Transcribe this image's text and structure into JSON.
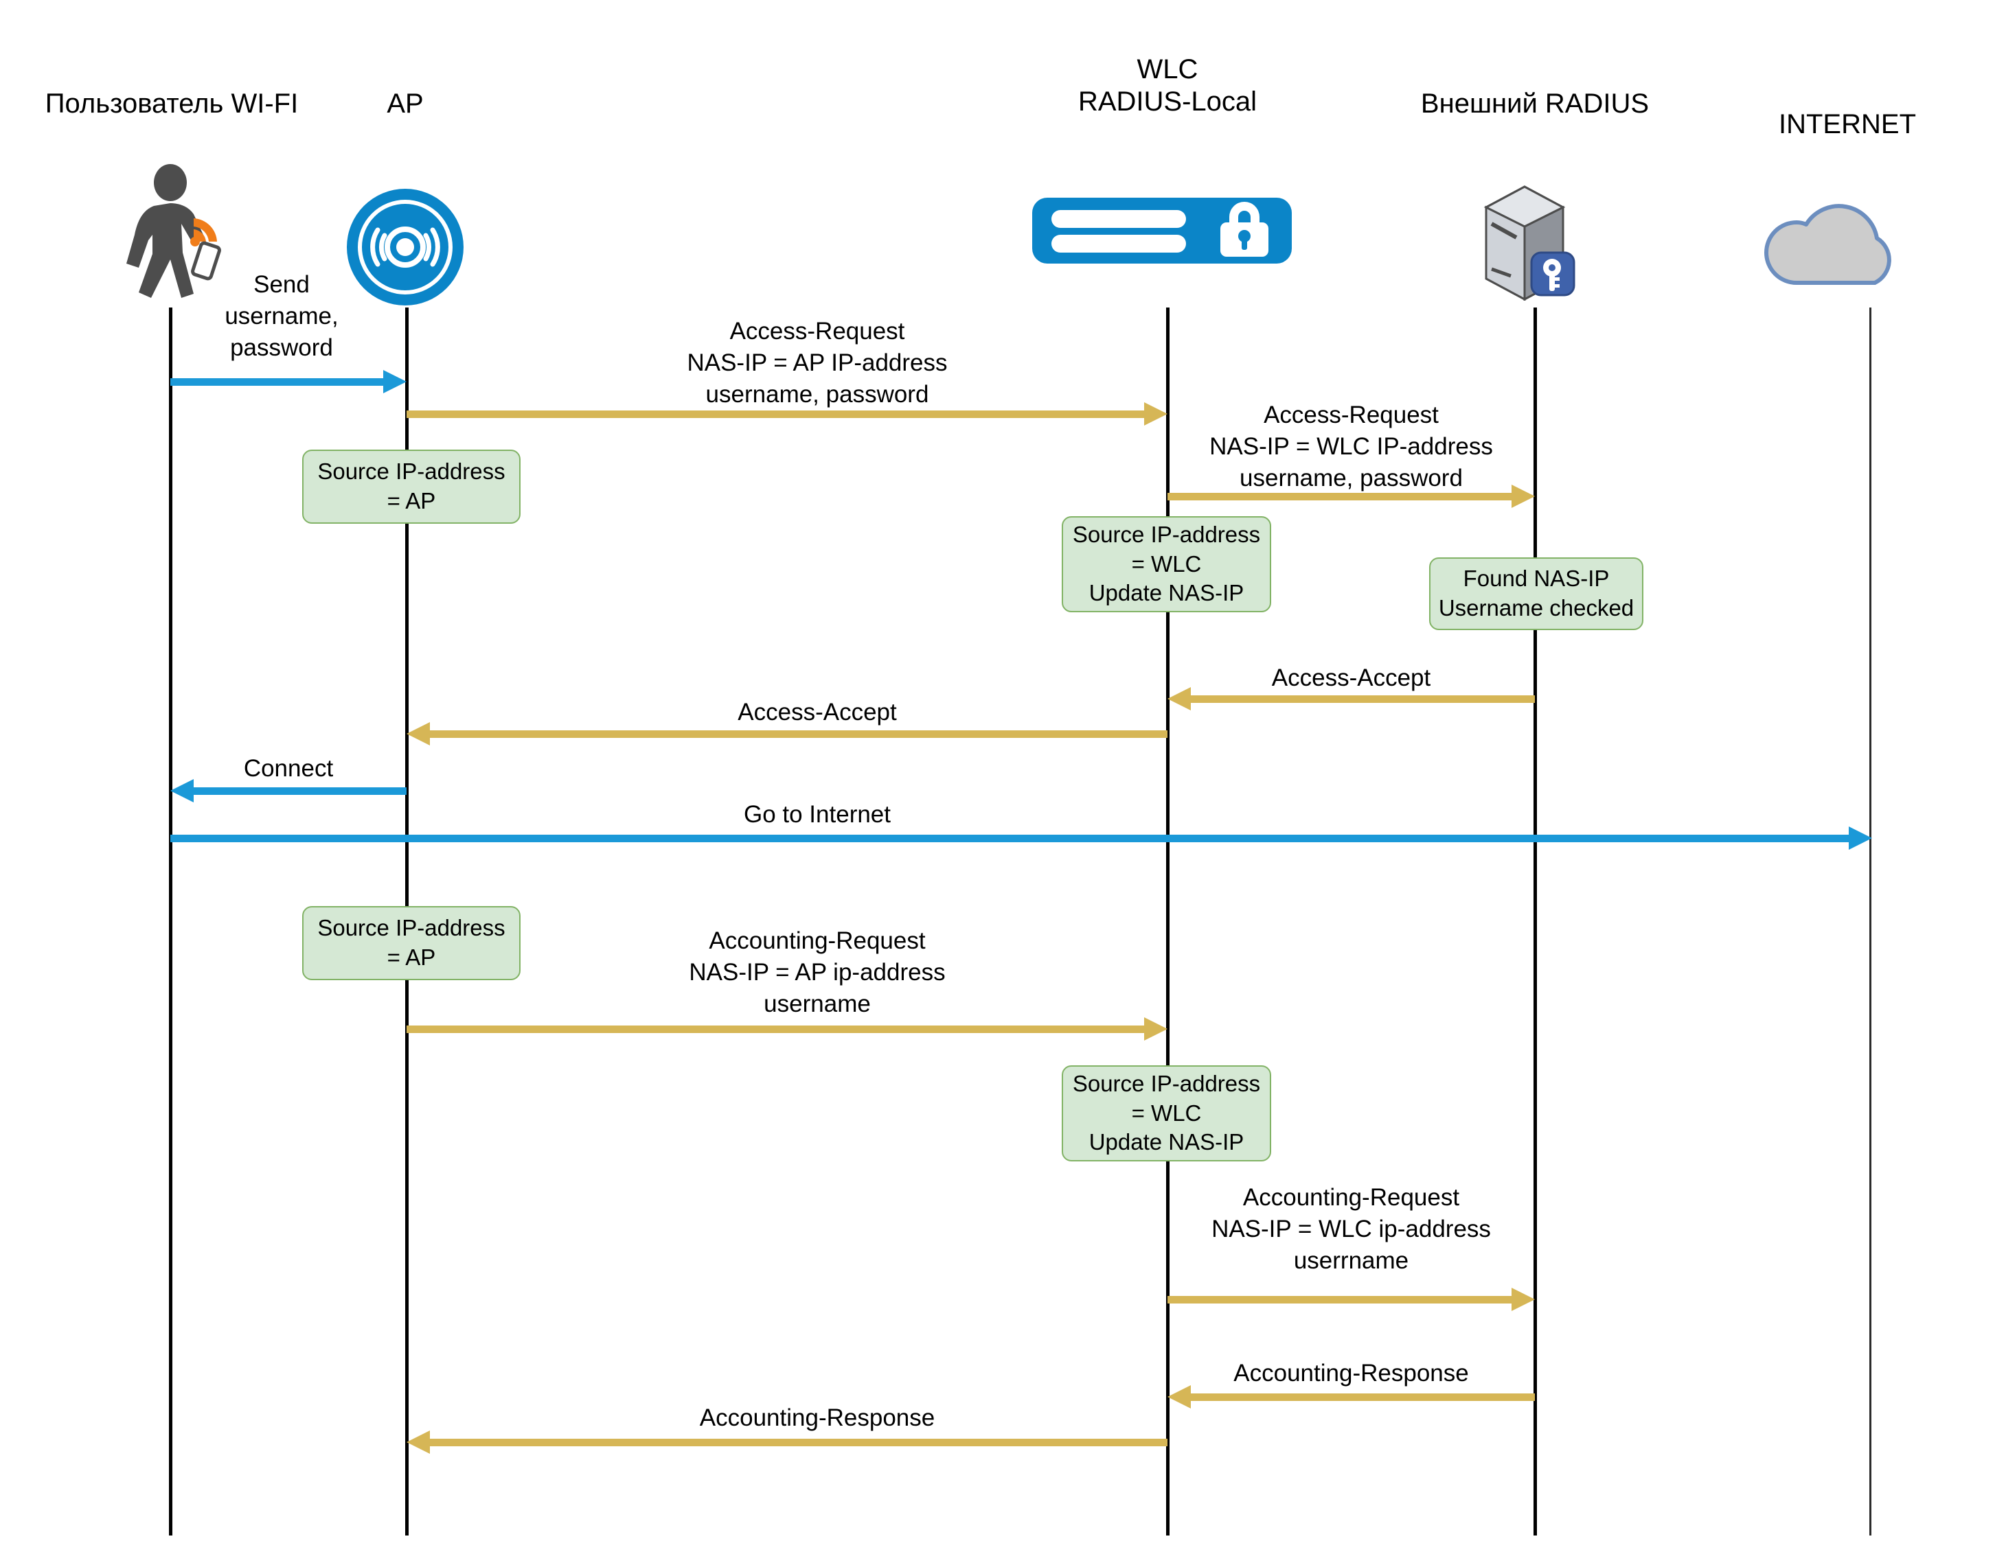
{
  "diagram": {
    "title": "WI-FI RADIUS authentication and accounting sequence",
    "colors": {
      "radius_arrow": "#d6b656",
      "user_arrow": "#1b99d8",
      "note_fill": "#d5e8d4",
      "note_border": "#82b366",
      "lifeline": "#000000",
      "ap_icon": "#0b85c8",
      "wlc_icon": "#0b85c8",
      "cloud_fill": "#cccccc",
      "cloud_border": "#6c8ebf"
    }
  },
  "actors": [
    {
      "id": "user",
      "label": "Пользователь WI-FI",
      "icon": "walking-user-wifi-icon"
    },
    {
      "id": "ap",
      "label": "AP",
      "icon": "access-point-icon"
    },
    {
      "id": "wlc",
      "label": "WLC\nRADIUS-Local",
      "icon": "wlc-controller-lock-icon"
    },
    {
      "id": "radius",
      "label": "Внешний RADIUS",
      "icon": "radius-server-key-icon"
    },
    {
      "id": "internet",
      "label": "INTERNET",
      "icon": "cloud-icon"
    }
  ],
  "messages": [
    {
      "id": "m1",
      "label": "Send\nusername,\npassword",
      "from": "user",
      "to": "ap",
      "style": "user"
    },
    {
      "id": "m2",
      "label": "Access-Request\nNAS-IP = AP IP-address\nusername, password",
      "from": "ap",
      "to": "wlc",
      "style": "radius"
    },
    {
      "id": "m3",
      "label": "Access-Request\nNAS-IP = WLC IP-address\nusername, password",
      "from": "wlc",
      "to": "radius",
      "style": "radius"
    },
    {
      "id": "m4",
      "label": "Access-Accept",
      "from": "radius",
      "to": "wlc",
      "style": "radius"
    },
    {
      "id": "m5",
      "label": "Access-Accept",
      "from": "wlc",
      "to": "ap",
      "style": "radius"
    },
    {
      "id": "m6",
      "label": "Connect",
      "from": "ap",
      "to": "user",
      "style": "user"
    },
    {
      "id": "m7",
      "label": "Go to Internet",
      "from": "user",
      "to": "internet",
      "style": "user"
    },
    {
      "id": "m8",
      "label": "Accounting-Request\nNAS-IP = AP ip-address\nusername",
      "from": "ap",
      "to": "wlc",
      "style": "radius"
    },
    {
      "id": "m9",
      "label": "Accounting-Request\nNAS-IP = WLC ip-address\nuserrname",
      "from": "wlc",
      "to": "radius",
      "style": "radius"
    },
    {
      "id": "m10",
      "label": "Accounting-Response",
      "from": "radius",
      "to": "wlc",
      "style": "radius"
    },
    {
      "id": "m11",
      "label": "Accounting-Response",
      "from": "wlc",
      "to": "ap",
      "style": "radius"
    }
  ],
  "notes": [
    {
      "id": "n1",
      "label": "Source IP-address\n= AP",
      "on": "ap"
    },
    {
      "id": "n2",
      "label": "Source IP-address\n= WLC\nUpdate  NAS-IP",
      "on": "wlc"
    },
    {
      "id": "n3",
      "label": "Found NAS-IP\nUsername checked",
      "on": "radius"
    },
    {
      "id": "n4",
      "label": "Source IP-address\n= AP",
      "on": "ap"
    },
    {
      "id": "n5",
      "label": "Source IP-address\n= WLC\nUpdate  NAS-IP",
      "on": "wlc"
    }
  ]
}
